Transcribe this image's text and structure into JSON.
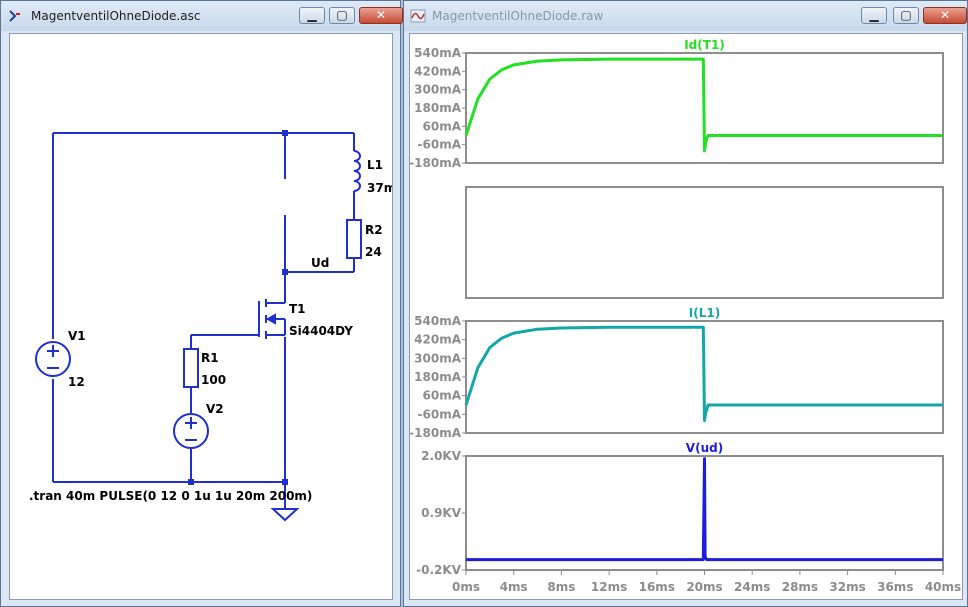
{
  "schematic_window": {
    "title": "MagentventilOhneDiode.asc",
    "buttons": {
      "minimize": "▁",
      "maximize": "▢",
      "close": "✕"
    },
    "labels": {
      "v1_name": "V1",
      "v1_value": "12",
      "v2_name": "V2",
      "r1_name": "R1",
      "r1_value": "100",
      "r2_name": "R2",
      "r2_value": "24",
      "l1_name": "L1",
      "l1_value": "37m",
      "t1_name": "T1",
      "t1_model": "Si4404DY",
      "net_ud": "Ud",
      "directive": ".tran 40m  PULSE(0 12 0 1u 1u 20m 200m)"
    }
  },
  "waveform_window": {
    "title": "MagentventilOhneDiode.raw",
    "buttons": {
      "minimize": "▁",
      "maximize": "▢",
      "close": "✕"
    },
    "panes": [
      {
        "trace": "Id(T1)",
        "color": "#22e022",
        "y_ticks": [
          "540mA",
          "420mA",
          "300mA",
          "180mA",
          "60mA",
          "-60mA",
          "-180mA"
        ]
      },
      {
        "trace": "",
        "color": "",
        "y_ticks": []
      },
      {
        "trace": "I(L1)",
        "color": "#12a8a8",
        "y_ticks": [
          "540mA",
          "420mA",
          "300mA",
          "180mA",
          "60mA",
          "-60mA",
          "-180mA"
        ]
      },
      {
        "trace": "V(ud)",
        "color": "#1d1ddc",
        "y_ticks": [
          "2.0KV",
          "0.9KV",
          "-0.2KV"
        ]
      }
    ],
    "x_ticks": [
      "0ms",
      "4ms",
      "8ms",
      "12ms",
      "16ms",
      "20ms",
      "24ms",
      "28ms",
      "32ms",
      "36ms",
      "40ms"
    ]
  },
  "chart_data": [
    {
      "type": "line",
      "title": "Id(T1)",
      "x": [
        0,
        1,
        2,
        3,
        4,
        6,
        8,
        12,
        16,
        19.9,
        20,
        20.1,
        20.3,
        24,
        28,
        32,
        36,
        40
      ],
      "series": [
        {
          "name": "Id(T1)",
          "values": [
            0,
            240,
            370,
            430,
            462,
            487,
            495,
            500,
            500,
            500,
            -100,
            -40,
            0,
            0,
            0,
            0,
            0,
            0
          ]
        }
      ],
      "ylim": [
        -180,
        540
      ],
      "xlim": [
        0,
        40
      ],
      "xunit": "ms",
      "yunit": "mA"
    },
    {
      "type": "line",
      "title": "I(L1)",
      "x": [
        0,
        1,
        2,
        3,
        4,
        6,
        8,
        12,
        16,
        19.9,
        20,
        20.1,
        20.3,
        24,
        28,
        32,
        36,
        40
      ],
      "series": [
        {
          "name": "I(L1)",
          "values": [
            0,
            240,
            370,
            430,
            462,
            487,
            495,
            500,
            500,
            500,
            -100,
            -50,
            0,
            0,
            0,
            0,
            0,
            0
          ]
        }
      ],
      "ylim": [
        -180,
        540
      ],
      "xlim": [
        0,
        40
      ],
      "xunit": "ms",
      "yunit": "mA"
    },
    {
      "type": "line",
      "title": "V(ud)",
      "x": [
        0,
        19.9,
        20,
        20.05,
        20.2,
        40
      ],
      "series": [
        {
          "name": "V(ud)",
          "values": [
            0,
            0,
            1.95,
            0.05,
            0,
            0
          ]
        }
      ],
      "ylim": [
        -0.2,
        2.0
      ],
      "xlim": [
        0,
        40
      ],
      "xunit": "ms",
      "yunit": "KV"
    }
  ]
}
